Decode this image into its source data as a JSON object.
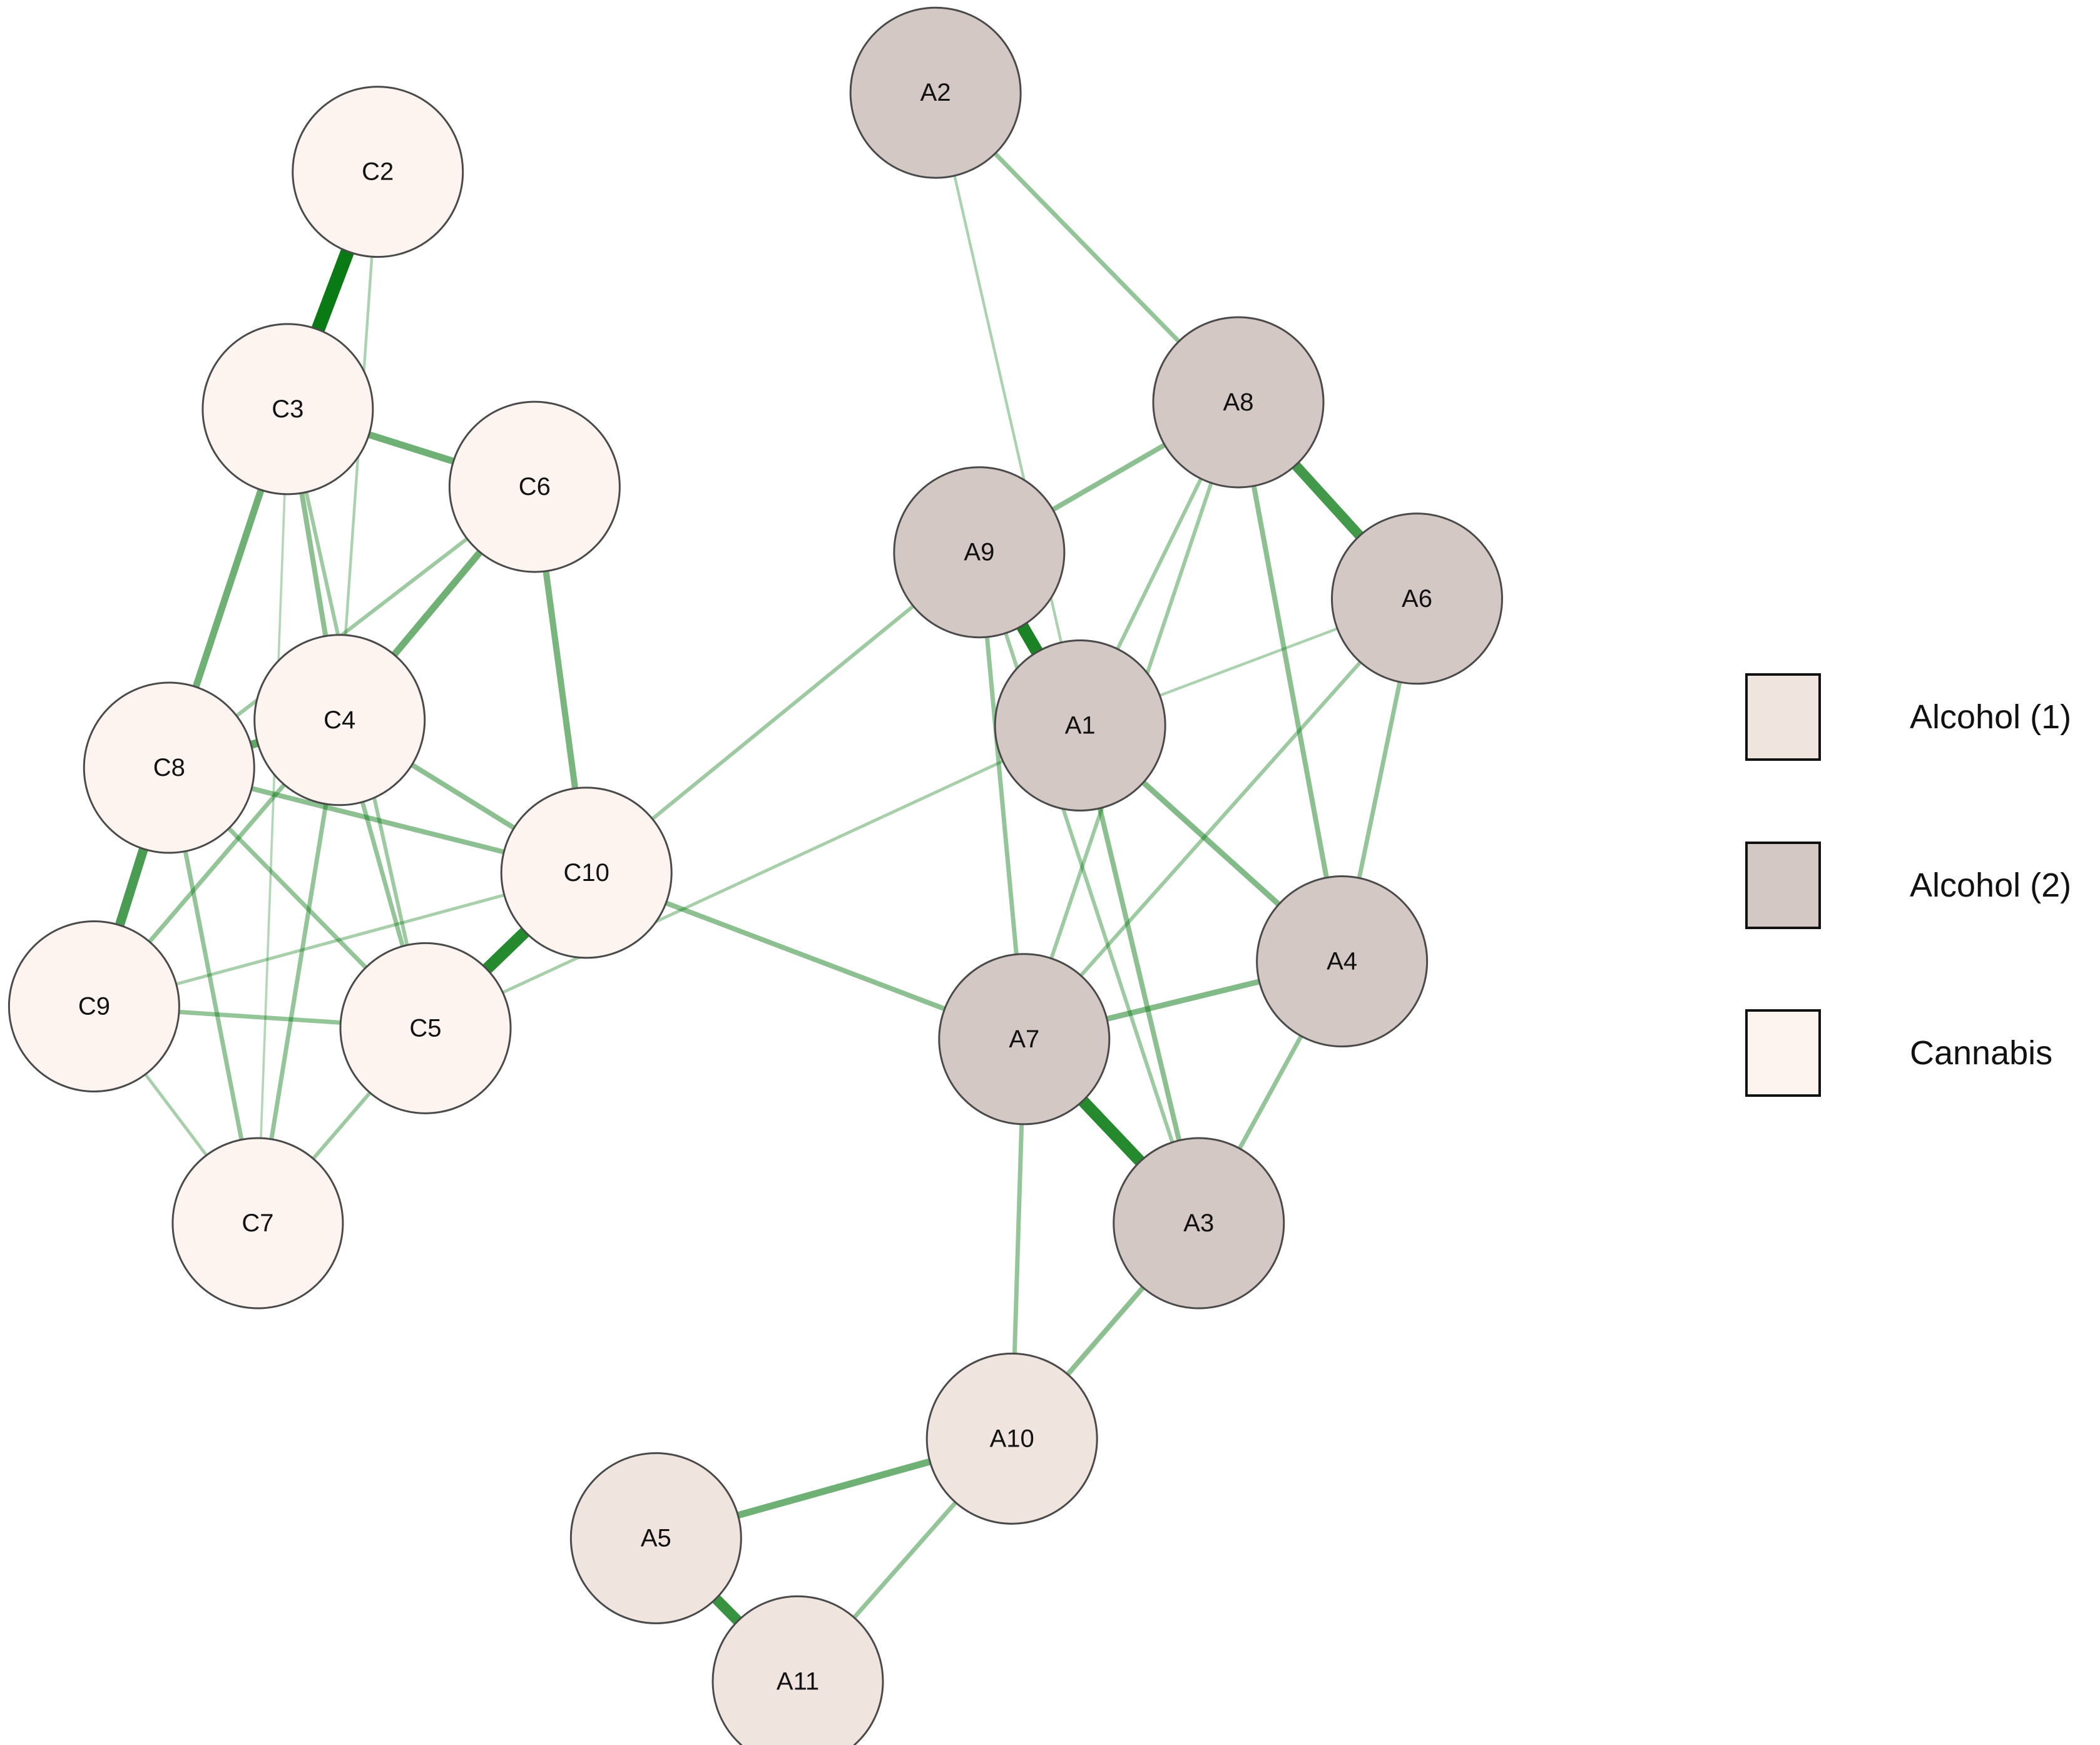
{
  "groups": {
    "alcohol1": {
      "label": "Alcohol (1)",
      "color": "#efe4de"
    },
    "alcohol2": {
      "label": "Alcohol (2)",
      "color": "#d3c8c4"
    },
    "cannabis": {
      "label": "Cannabis",
      "color": "#fdf3ef"
    }
  },
  "legend": [
    {
      "group": "alcohol1",
      "label": "Alcohol (1)"
    },
    {
      "group": "alcohol2",
      "label": "Alcohol (2)"
    },
    {
      "group": "cannabis",
      "label": "Cannabis"
    }
  ],
  "edge_color": "#0a7a14",
  "nodes": [
    {
      "id": "C2",
      "label": "C2",
      "group": "cannabis"
    },
    {
      "id": "C3",
      "label": "C3",
      "group": "cannabis"
    },
    {
      "id": "C6",
      "label": "C6",
      "group": "cannabis"
    },
    {
      "id": "C4",
      "label": "C4",
      "group": "cannabis"
    },
    {
      "id": "C8",
      "label": "C8",
      "group": "cannabis"
    },
    {
      "id": "C10",
      "label": "C10",
      "group": "cannabis"
    },
    {
      "id": "C9",
      "label": "C9",
      "group": "cannabis"
    },
    {
      "id": "C5",
      "label": "C5",
      "group": "cannabis"
    },
    {
      "id": "C7",
      "label": "C7",
      "group": "cannabis"
    },
    {
      "id": "A2",
      "label": "A2",
      "group": "alcohol2"
    },
    {
      "id": "A8",
      "label": "A8",
      "group": "alcohol2"
    },
    {
      "id": "A9",
      "label": "A9",
      "group": "alcohol2"
    },
    {
      "id": "A6",
      "label": "A6",
      "group": "alcohol2"
    },
    {
      "id": "A1",
      "label": "A1",
      "group": "alcohol2"
    },
    {
      "id": "A4",
      "label": "A4",
      "group": "alcohol2"
    },
    {
      "id": "A7",
      "label": "A7",
      "group": "alcohol2"
    },
    {
      "id": "A3",
      "label": "A3",
      "group": "alcohol2"
    },
    {
      "id": "A10",
      "label": "A10",
      "group": "alcohol1"
    },
    {
      "id": "A5",
      "label": "A5",
      "group": "alcohol1"
    },
    {
      "id": "A11",
      "label": "A11",
      "group": "alcohol1"
    }
  ],
  "edges": [
    {
      "source": "C2",
      "target": "C3",
      "weight": 1.0
    },
    {
      "source": "C2",
      "target": "C4",
      "weight": 0.12
    },
    {
      "source": "C3",
      "target": "C6",
      "weight": 0.45
    },
    {
      "source": "C3",
      "target": "C8",
      "weight": 0.45
    },
    {
      "source": "C3",
      "target": "C4",
      "weight": 0.3
    },
    {
      "source": "C3",
      "target": "C5",
      "weight": 0.2
    },
    {
      "source": "C3",
      "target": "C7",
      "weight": 0.08
    },
    {
      "source": "C6",
      "target": "C4",
      "weight": 0.45
    },
    {
      "source": "C6",
      "target": "C10",
      "weight": 0.4
    },
    {
      "source": "C6",
      "target": "C8",
      "weight": 0.2
    },
    {
      "source": "C4",
      "target": "C8",
      "weight": 0.55
    },
    {
      "source": "C4",
      "target": "C10",
      "weight": 0.3
    },
    {
      "source": "C4",
      "target": "C9",
      "weight": 0.25
    },
    {
      "source": "C4",
      "target": "C7",
      "weight": 0.25
    },
    {
      "source": "C4",
      "target": "C5",
      "weight": 0.25
    },
    {
      "source": "C8",
      "target": "C9",
      "weight": 0.65
    },
    {
      "source": "C8",
      "target": "C10",
      "weight": 0.3
    },
    {
      "source": "C8",
      "target": "C5",
      "weight": 0.25
    },
    {
      "source": "C8",
      "target": "C7",
      "weight": 0.25
    },
    {
      "source": "C10",
      "target": "C5",
      "weight": 0.85
    },
    {
      "source": "C10",
      "target": "C9",
      "weight": 0.15
    },
    {
      "source": "C10",
      "target": "A9",
      "weight": 0.2
    },
    {
      "source": "C10",
      "target": "A7",
      "weight": 0.3
    },
    {
      "source": "C5",
      "target": "A1",
      "weight": 0.15
    },
    {
      "source": "C9",
      "target": "C5",
      "weight": 0.25
    },
    {
      "source": "C9",
      "target": "C7",
      "weight": 0.15
    },
    {
      "source": "C5",
      "target": "C7",
      "weight": 0.2
    },
    {
      "source": "A2",
      "target": "A8",
      "weight": 0.25
    },
    {
      "source": "A2",
      "target": "A1",
      "weight": 0.12
    },
    {
      "source": "A8",
      "target": "A6",
      "weight": 0.7
    },
    {
      "source": "A8",
      "target": "A9",
      "weight": 0.3
    },
    {
      "source": "A8",
      "target": "A1",
      "weight": 0.2
    },
    {
      "source": "A8",
      "target": "A4",
      "weight": 0.3
    },
    {
      "source": "A8",
      "target": "A7",
      "weight": 0.2
    },
    {
      "source": "A9",
      "target": "A1",
      "weight": 0.9
    },
    {
      "source": "A9",
      "target": "A7",
      "weight": 0.25
    },
    {
      "source": "A9",
      "target": "A3",
      "weight": 0.2
    },
    {
      "source": "A6",
      "target": "A1",
      "weight": 0.12
    },
    {
      "source": "A6",
      "target": "A4",
      "weight": 0.25
    },
    {
      "source": "A6",
      "target": "A7",
      "weight": 0.2
    },
    {
      "source": "A1",
      "target": "A4",
      "weight": 0.35
    },
    {
      "source": "A1",
      "target": "A3",
      "weight": 0.3
    },
    {
      "source": "A4",
      "target": "A7",
      "weight": 0.35
    },
    {
      "source": "A4",
      "target": "A3",
      "weight": 0.25
    },
    {
      "source": "A7",
      "target": "A3",
      "weight": 0.85
    },
    {
      "source": "A7",
      "target": "A10",
      "weight": 0.25
    },
    {
      "source": "A3",
      "target": "A10",
      "weight": 0.3
    },
    {
      "source": "A10",
      "target": "A5",
      "weight": 0.45
    },
    {
      "source": "A10",
      "target": "A11",
      "weight": 0.25
    },
    {
      "source": "A5",
      "target": "A11",
      "weight": 0.75
    }
  ]
}
